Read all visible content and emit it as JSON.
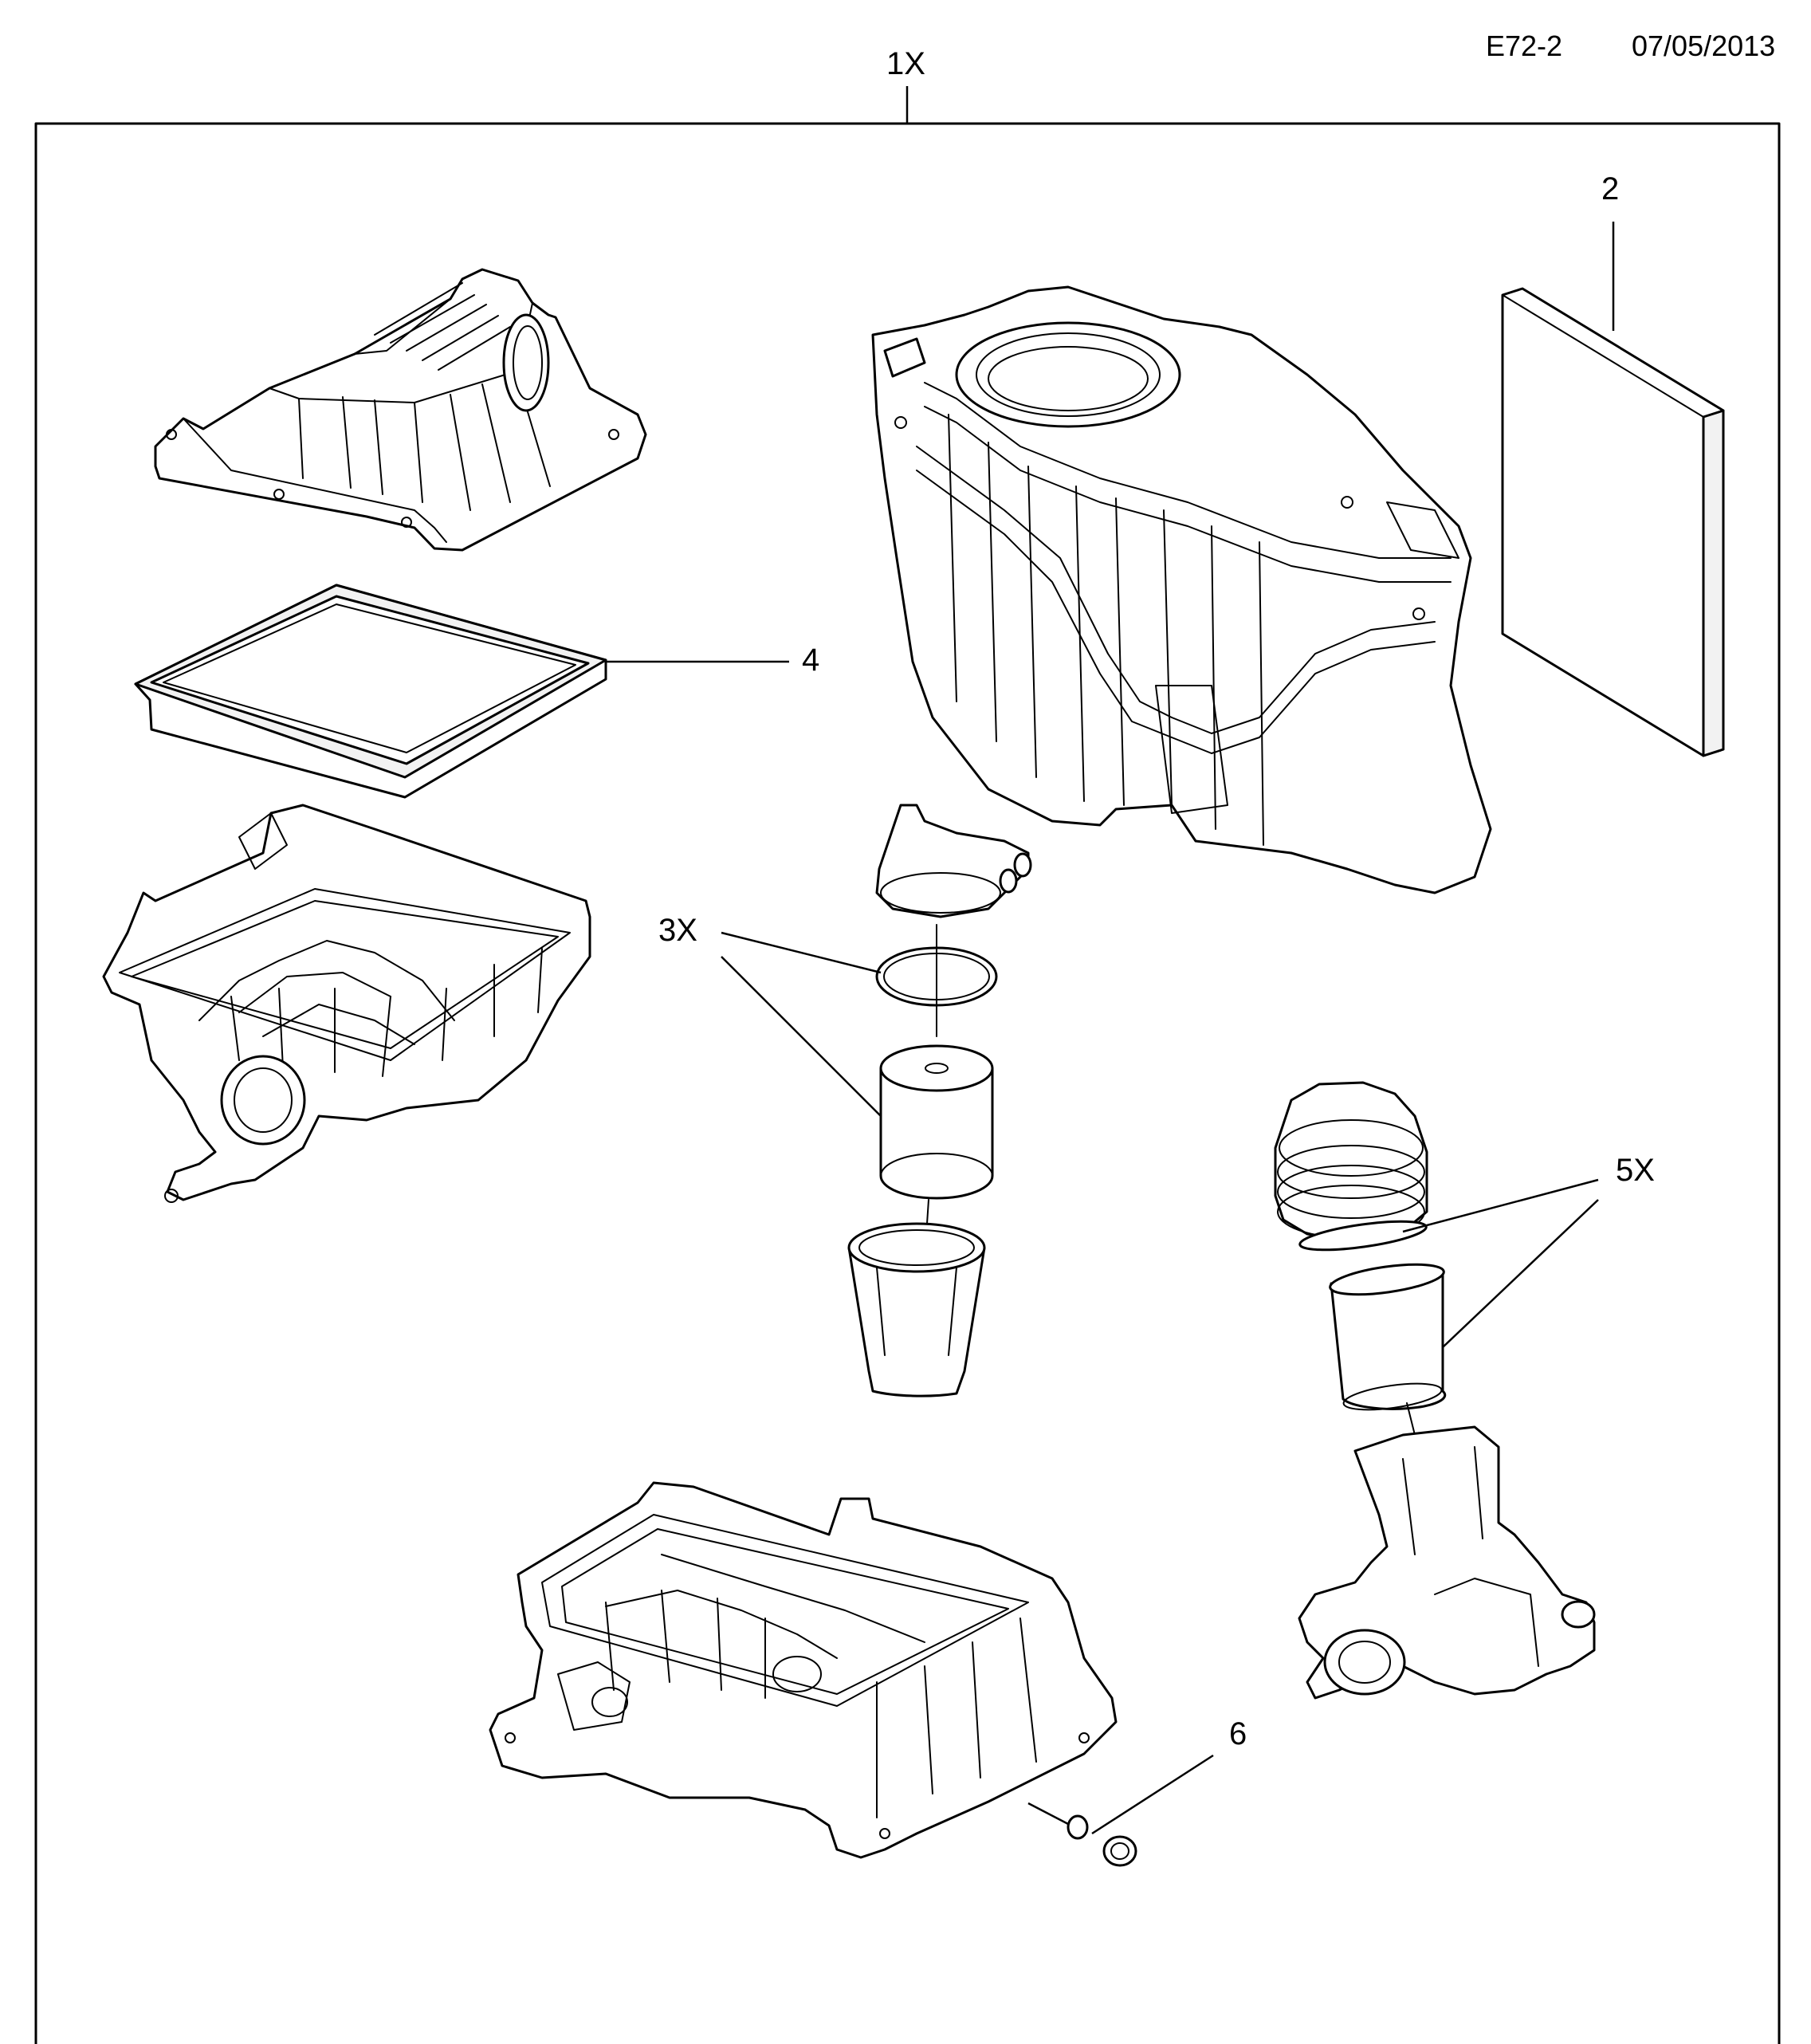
{
  "header": {
    "drawing_code": "E72-2",
    "date": "07/05/2013"
  },
  "kit_label": "1X",
  "callouts": {
    "p2": "2",
    "p3": "3X",
    "p4": "4",
    "p5": "5X",
    "p6": "6"
  }
}
